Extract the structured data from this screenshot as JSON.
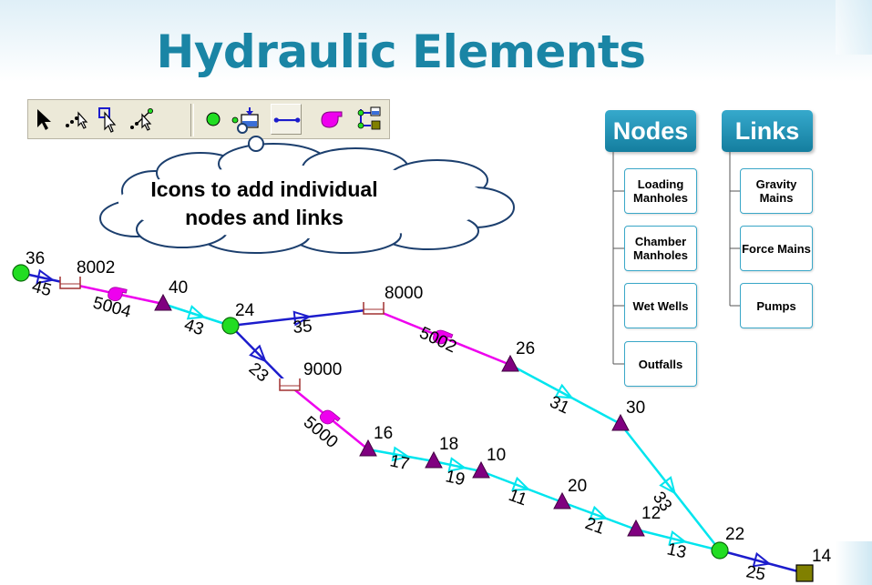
{
  "title": "Hydraulic Elements",
  "callout": {
    "line1": "Icons to add individual",
    "line2": "nodes and links"
  },
  "toolbar": {
    "buttons": [
      {
        "name": "select-arrow-icon",
        "pressed": false
      },
      {
        "name": "select-node-icon",
        "pressed": false
      },
      {
        "name": "select-area-icon",
        "pressed": false
      },
      {
        "name": "select-polyline-icon",
        "pressed": false
      },
      {
        "name": "add-manhole-icon",
        "pressed": false
      },
      {
        "name": "add-chamber-icon",
        "pressed": false
      },
      {
        "name": "add-gravity-main-icon",
        "pressed": true
      },
      {
        "name": "add-pump-icon",
        "pressed": false
      },
      {
        "name": "add-force-main-icon",
        "pressed": false
      }
    ]
  },
  "taxonomy": {
    "nodes": {
      "label": "Nodes",
      "items": [
        "Loading Manholes",
        "Chamber Manholes",
        "Wet Wells",
        "Outfalls"
      ]
    },
    "links": {
      "label": "Links",
      "items": [
        "Gravity Mains",
        "Force Mains",
        "Pumps"
      ]
    }
  },
  "colors": {
    "title": "#1a85a5",
    "gravity_main": "#00e5ee",
    "force_main": "#1c1ccc",
    "pump_link": "#ee00ee",
    "manhole": "#800080",
    "node_junction": "#22dd22",
    "outfall": "#808000",
    "header": "#1a8fb3"
  },
  "network": {
    "nodes": [
      {
        "id": "36",
        "kind": "circle"
      },
      {
        "id": "8002",
        "kind": "wetwell"
      },
      {
        "id": "40",
        "kind": "triangle"
      },
      {
        "id": "24",
        "kind": "circle"
      },
      {
        "id": "8000",
        "kind": "wetwell"
      },
      {
        "id": "9000",
        "kind": "wetwell"
      },
      {
        "id": "26",
        "kind": "triangle"
      },
      {
        "id": "30",
        "kind": "triangle"
      },
      {
        "id": "16",
        "kind": "triangle"
      },
      {
        "id": "18",
        "kind": "triangle"
      },
      {
        "id": "10",
        "kind": "triangle"
      },
      {
        "id": "20",
        "kind": "triangle"
      },
      {
        "id": "12",
        "kind": "triangle"
      },
      {
        "id": "22",
        "kind": "circle"
      },
      {
        "id": "14",
        "kind": "square"
      }
    ],
    "links": [
      {
        "id": "45",
        "from": "36",
        "to": "8002",
        "type": "force"
      },
      {
        "id": "5004",
        "from": "8002",
        "to": "40",
        "type": "pump"
      },
      {
        "id": "43",
        "from": "40",
        "to": "24",
        "type": "gravity"
      },
      {
        "id": "35",
        "from": "24",
        "to": "8000",
        "type": "force"
      },
      {
        "id": "5002",
        "from": "8000",
        "to": "26",
        "type": "pump"
      },
      {
        "id": "31",
        "from": "26",
        "to": "30",
        "type": "gravity"
      },
      {
        "id": "33",
        "from": "30",
        "to": "22",
        "type": "gravity"
      },
      {
        "id": "23",
        "from": "24",
        "to": "9000",
        "type": "force"
      },
      {
        "id": "5000",
        "from": "9000",
        "to": "16",
        "type": "pump"
      },
      {
        "id": "17",
        "from": "16",
        "to": "18",
        "type": "gravity"
      },
      {
        "id": "19",
        "from": "18",
        "to": "10",
        "type": "gravity"
      },
      {
        "id": "11",
        "from": "10",
        "to": "20",
        "type": "gravity"
      },
      {
        "id": "21",
        "from": "20",
        "to": "12",
        "type": "gravity"
      },
      {
        "id": "13",
        "from": "12",
        "to": "22",
        "type": "gravity"
      },
      {
        "id": "25",
        "from": "22",
        "to": "14",
        "type": "force"
      }
    ]
  }
}
